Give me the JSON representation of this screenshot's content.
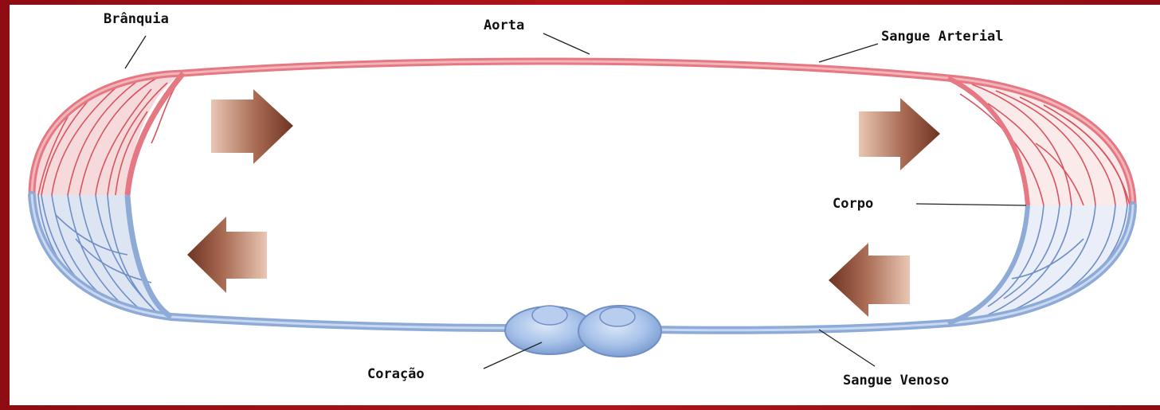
{
  "colors": {
    "border": "#9a0f14",
    "background": "#ffffff",
    "arterial": "#e0606a",
    "venous": "#8fb0dd",
    "heart": "#a9c3ea",
    "arrow": "#8a4a36"
  },
  "labels": {
    "gill": "Brânquia",
    "aorta": "Aorta",
    "arterial_blood": "Sangue Arterial",
    "body": "Corpo",
    "heart": "Coração",
    "venous_blood": "Sangue Venoso"
  },
  "arrows": [
    {
      "direction": "right",
      "icon": "arrow-right-icon"
    },
    {
      "direction": "right",
      "icon": "arrow-right-icon"
    },
    {
      "direction": "left",
      "icon": "arrow-left-icon"
    },
    {
      "direction": "left",
      "icon": "arrow-left-icon"
    }
  ]
}
